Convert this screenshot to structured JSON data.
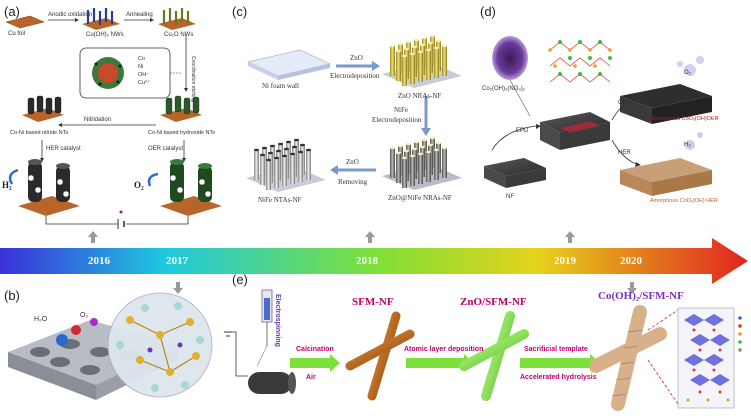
{
  "panels": {
    "a": "(a)",
    "b": "(b)",
    "c": "(c)",
    "d": "(d)",
    "e": "(e)"
  },
  "timeline": {
    "years": [
      "2016",
      "2017",
      "2018",
      "2019",
      "2020"
    ]
  },
  "panel_a": {
    "cu_foil": "Cu foil",
    "anodic": "Anodic oxidation",
    "annealing": "Annealing",
    "cuoh2": "Cu(OH)₂ NWs",
    "cu2o": "Cu₂O NWs",
    "legend": [
      "Co",
      "Ni",
      "OH⁻",
      "Cu²⁺"
    ],
    "coordination": "Coordination etching",
    "nitridation": "Nitridation",
    "nitride_nts": "Co-Ni based nitride NTs",
    "hydroxide_nts": "Co-Ni based hydroxide NTs",
    "her": "HER catalyst",
    "oer": "OER catalyst",
    "h2": "H₂",
    "o2": "O₂"
  },
  "panel_c": {
    "ni_foam": "Ni foam wall",
    "zno_dep_1": "ZnO",
    "zno_dep_2": "Electrodeposition",
    "zno_nras": "ZnO NRAs-NF",
    "nife_1": "NiFe",
    "nife_2": "Electrodeposition",
    "zno_nife": "ZnO@NiFe NRAs-NF",
    "removing_1": "ZnO",
    "removing_2": "Removing",
    "nife_ntas": "NiFe NTAs-NF"
  },
  "panel_d": {
    "precursor": "Co₂(OH)₂(NO₃)₂",
    "epd": "EPD",
    "nf": "NF",
    "oer": "OER",
    "her": "HER",
    "o2": "O₂",
    "h2": "H₂",
    "amorph_oer": "Amorphous CoOₓ(OH)OER",
    "amorph_her": "Amorphous CoOₓ(OH) HER"
  },
  "panel_e": {
    "electrospinning": "Electrospinning",
    "calcination": "Calcination",
    "air": "Air",
    "sfm_nf": "SFM-NF",
    "ald": "Atomic layer deposition",
    "zno_sfm": "ZnO/SFM-NF",
    "sacrificial": "Sacrificial template",
    "accel": "Accelerated hydrolysis",
    "co_sfm": "Co(OH)₂/SFM-NF"
  },
  "panel_b": {
    "h2o": "H₂O",
    "o2": "O₂"
  },
  "colors": {
    "timeline_start": "#3b2fd9",
    "timeline_mid": "#1fc8e0",
    "timeline_green": "#7de03a",
    "timeline_end": "#e0251f",
    "step_arrow": "#7de03a",
    "step_text": "#c0006a",
    "sfm_title": "#c0006a",
    "co_title": "#7a2fc0"
  }
}
